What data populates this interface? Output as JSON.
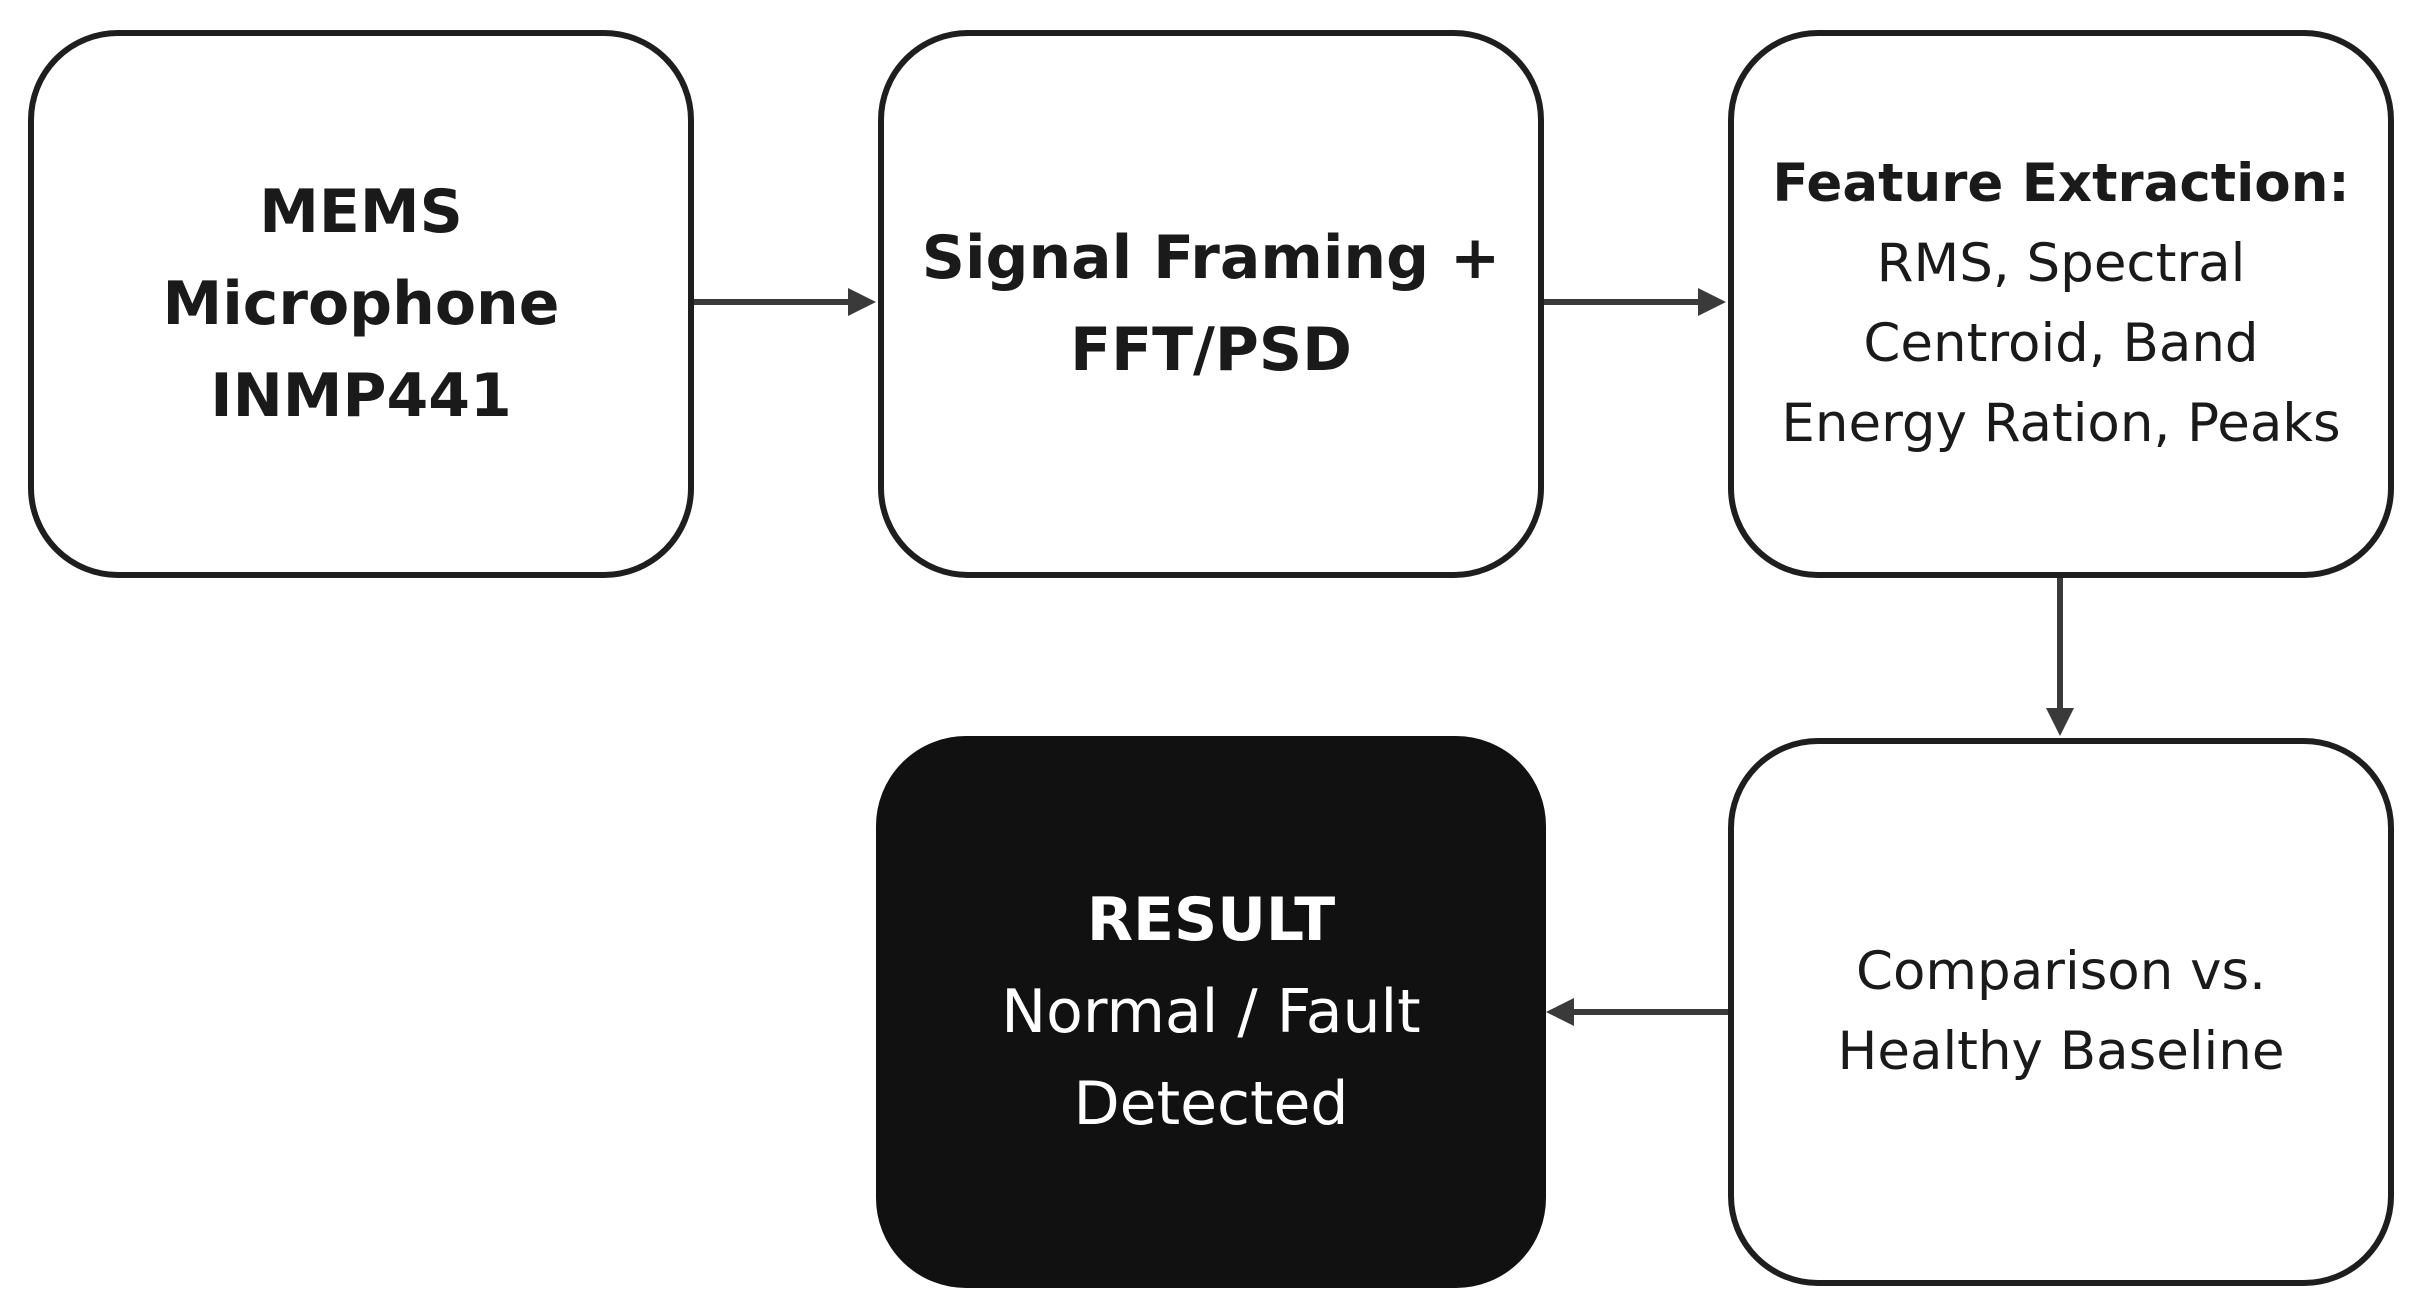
{
  "nodes": {
    "mems": {
      "lines": [
        "MEMS",
        "Microphone",
        "INMP441"
      ]
    },
    "framing": {
      "lines": [
        "Signal Framing +",
        "FFT/PSD"
      ]
    },
    "features": {
      "title": "Feature Extraction:",
      "lines": [
        "RMS, Spectral",
        "Centroid, Band",
        "Energy Ration, Peaks"
      ]
    },
    "compare": {
      "lines": [
        "Comparison vs.",
        "Healthy Baseline"
      ]
    },
    "result": {
      "title": "RESULT",
      "lines": [
        "Normal / Fault",
        "Detected"
      ]
    }
  },
  "edges": [
    {
      "from": "mems",
      "to": "framing"
    },
    {
      "from": "framing",
      "to": "features"
    },
    {
      "from": "features",
      "to": "compare"
    },
    {
      "from": "compare",
      "to": "result"
    }
  ],
  "colors": {
    "stroke": "#1e1e1e",
    "fill": "#ffffff",
    "result_fill": "#111111",
    "result_text": "#ffffff",
    "arrow": "#3a3a3a"
  }
}
